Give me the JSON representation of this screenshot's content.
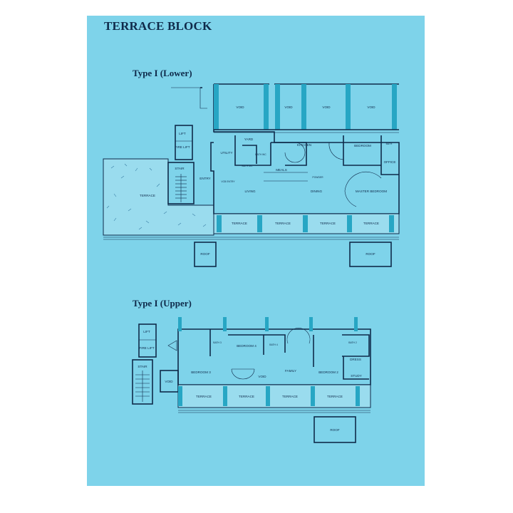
{
  "page": {
    "title": "TERRACE BLOCK",
    "sections": [
      {
        "title": "Type I (Lower)"
      },
      {
        "title": "Type I (Upper)"
      }
    ]
  },
  "colors": {
    "sheet": "#7ed3ea",
    "ink": "#0f2a4a",
    "glazing": "#27a6c4",
    "terrace_fill": "#9adcee"
  },
  "lower": {
    "rooms": {
      "void": "VOID",
      "lift": "LIFT",
      "fire_lift": "FIRE LIFT",
      "stair": "STAIR",
      "entry": "ENTRY",
      "terrace": "TERRACE",
      "yard": "YARD",
      "utility": "UTILITY",
      "bath_wc": "BATH WC",
      "bath_mc": "BATH MC",
      "kitchen": "KITCHEN",
      "meals": "MEALS",
      "living": "LIVING",
      "dining": "DINING",
      "bedroom": "BEDROOM",
      "bath_bedroom": "BATH",
      "office": "OFFICE",
      "master_bedroom": "MASTER BEDROOM",
      "roof": "ROOF",
      "powder": "POWDER",
      "vcb_entry": "VCB ENTRY"
    }
  },
  "upper": {
    "rooms": {
      "lift": "LIFT",
      "fire_lift": "FIRE LIFT",
      "stair": "STAIR",
      "void": "VOID",
      "bedroom3": "BEDROOM 3",
      "bedroom4": "BEDROOM 4",
      "bath3": "BATH 3",
      "bath4": "BATH 4",
      "family": "FAMILY",
      "bedroom2": "BEDROOM 2",
      "bath2": "BATH 2",
      "dress": "DRESS",
      "study": "STUDY",
      "terrace": "TERRACE",
      "roof": "ROOF"
    }
  }
}
